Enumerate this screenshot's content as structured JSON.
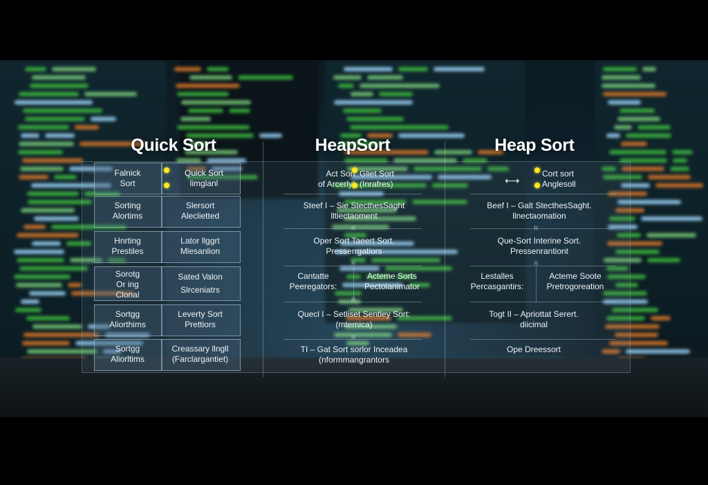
{
  "columns": {
    "left_title": "Quick Sort",
    "mid_title": "HeapSort",
    "right_title": "Heap Sort"
  },
  "left_rows": [
    {
      "a": "Falnick\nSort",
      "b": "Quick Sort\nlimglanl"
    },
    {
      "a": "Sorting\nAlortims",
      "b": "Slersort\nAleclietted"
    },
    {
      "a": "Hnrting\nPrestiles",
      "b": "Lator llggrt\nMlesanlion"
    },
    {
      "a": "Sorotg\nOr        ing\nClonal",
      "b": "Sated Valon\nSlrceniatrs"
    },
    {
      "a": "Sortgg\nAliorthims",
      "b": "Leverty Sort\nPrettiors"
    },
    {
      "a": "Sortgg\nAliorltims",
      "b": "Creassary llngll\n(Farclargantiet)"
    }
  ],
  "mid_rows": [
    {
      "a": "Act Sort\nof Arcerly)",
      "b": "Gliet Sort\n(Inrafres)"
    },
    {
      "text": "Steef I  –  Sie StecthesSaght\nlltiectaoment"
    },
    {
      "text": "Oper Sort Taeert Sort.\nPresserrgatiors"
    },
    {
      "a": "Cantatte\nPeeregators:",
      "b": "Acteme Sorts\nPectolanimator"
    },
    {
      "text": "Quecl I  –  Setliset Sentley Sort:\n(mtemica)"
    },
    {
      "text": "TI  –  Gat Sort sorlor Inceadea\n(nformmangrantors"
    }
  ],
  "right_rows": [
    {
      "b": "Cort sort\nAnglesoll"
    },
    {
      "text": "Beef I  –  Galt StecthesSaght.\nllnectaomation"
    },
    {
      "text": "Que-Sort Interine Sort.\nPressenrantiont"
    },
    {
      "a": "Lestalles\nPercasgantirs:",
      "b": "Acteme Soote\nPretrogoreation"
    },
    {
      "text": "Togt II  –  Apriottat Serert.\ndiicimal"
    },
    {
      "text": "Ope Dreessort"
    }
  ],
  "tiny_marks": [
    "R",
    "R",
    "R",
    "R",
    "R",
    "R"
  ],
  "colors": {
    "accent_dot": "#ffe825",
    "title": "#ffffff",
    "code_green": "#3fbf3f",
    "code_orange": "#e07a2a"
  }
}
